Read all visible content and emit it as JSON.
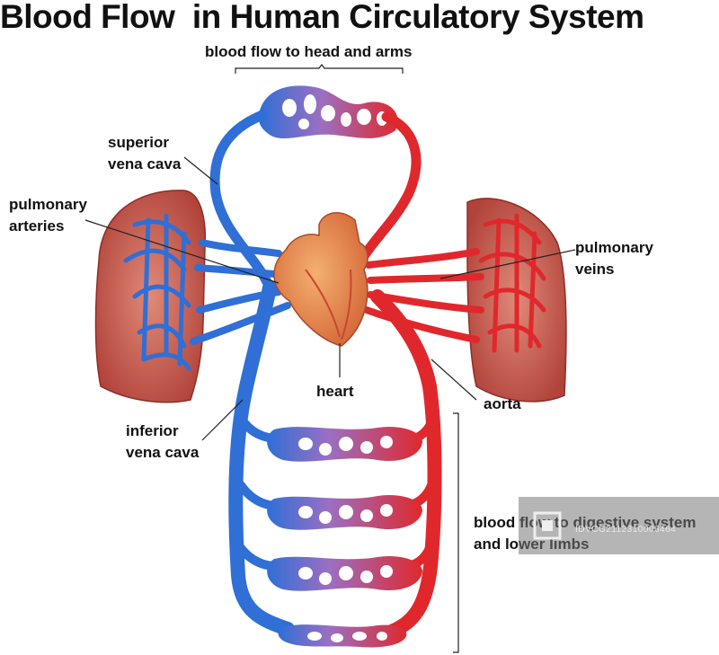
{
  "title": "Blood Flow  in Human Circulatory System",
  "labels": {
    "head_arms": "blood flow to head and arms",
    "superior_1": "superior",
    "superior_2": "vena cava",
    "pulm_art_1": "pulmonary",
    "pulm_art_2": "arteries",
    "pulm_veins_1": "pulmonary",
    "pulm_veins_2": "veins",
    "heart": "heart",
    "aorta": "aorta",
    "inferior_1": "inferior",
    "inferior_2": "vena cava",
    "digestive_1": "blood flow to digestive system",
    "digestive_2": "and lower limbs"
  },
  "watermark": {
    "text": "IDVCG2112310006464",
    "icon": "watermark-logo-icon"
  },
  "colors": {
    "vein_blue": "#2f6fd6",
    "artery_red": "#e0282c",
    "lung": "#c85a50",
    "heart": "#e0904a"
  }
}
